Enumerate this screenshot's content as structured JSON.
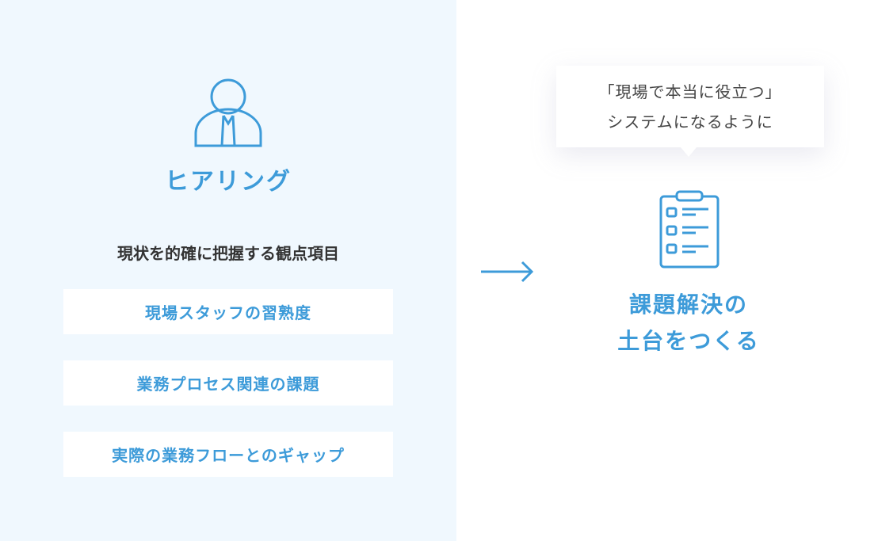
{
  "hearing": {
    "title": "ヒアリング",
    "subtitle": "現状を的確に把握する観点項目",
    "items": [
      "現場スタッフの習熟度",
      "業務プロセス関連の課題",
      "実際の業務フローとのギャップ"
    ]
  },
  "bubble": {
    "line1": "「現場で本当に役立つ」",
    "line2": "システムになるように"
  },
  "result": {
    "line1": "課題解決の",
    "line2": "土台をつくる"
  },
  "colors": {
    "accent": "#3d9bd9",
    "panel": "#f0f8fe"
  }
}
